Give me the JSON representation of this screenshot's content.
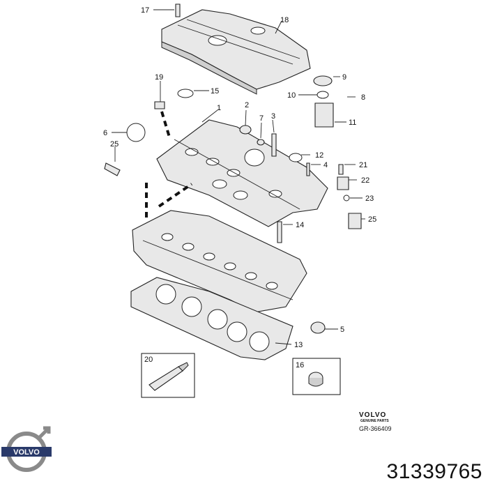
{
  "callouts": [
    "17",
    "18",
    "9",
    "19",
    "15",
    "10",
    "8",
    "1",
    "2",
    "7",
    "3",
    "11",
    "6",
    "25",
    "12",
    "4",
    "21",
    "22",
    "23",
    "25",
    "14",
    "5",
    "13",
    "20",
    "16"
  ],
  "brand": {
    "name_small": "VOLVO",
    "genuine_parts": "GENUINE PARTS",
    "reference": "GR-366409",
    "logo_text": "VOLVO"
  },
  "part_number": "31339765"
}
